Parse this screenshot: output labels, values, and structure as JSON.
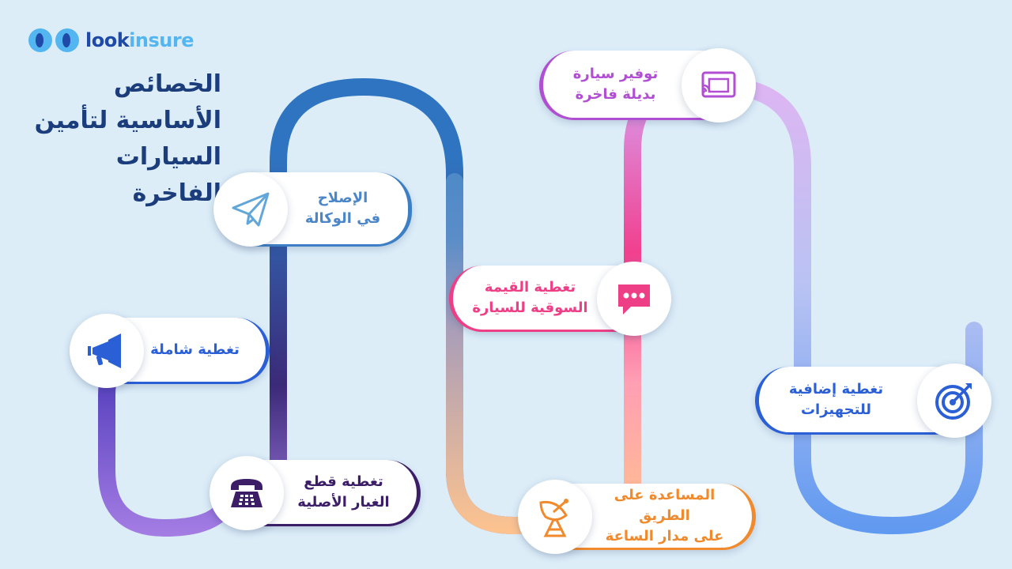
{
  "logo": {
    "brand_part1": "look",
    "brand_part2": "insure"
  },
  "title": {
    "line1": "الخصائص",
    "line2": "الأساسية لتأمين",
    "line3": "السيارات الفاخرة"
  },
  "features": [
    {
      "line1": "تغطية شاملة",
      "line2": "",
      "color": "#2a5fd6",
      "icon": "megaphone-icon"
    },
    {
      "line1": "تغطية قطع",
      "line2": "الغيار الأصلية",
      "color": "#3b1e66",
      "icon": "telephone-icon"
    },
    {
      "line1": "الإصلاح",
      "line2": "في الوكالة",
      "color": "#3d7fc4",
      "icon": "paper-plane-icon"
    },
    {
      "line1": "المساعدة على الطريق",
      "line2": "على مدار الساعة",
      "color": "#f08a2c",
      "icon": "satellite-dish-icon"
    },
    {
      "line1": "تغطية القيمة",
      "line2": "السوقية للسيارة",
      "color": "#ee3f86",
      "icon": "chat-bubble-icon"
    },
    {
      "line1": "توفير سيارة",
      "line2": "بديلة فاخرة",
      "color": "#b14fd3",
      "icon": "cast-screen-icon"
    },
    {
      "line1": "تغطية إضافية",
      "line2": "للتجهيزات",
      "color": "#2a5fd6",
      "icon": "target-icon"
    }
  ],
  "colors": {
    "background": "#dcedf8",
    "title": "#1c3d7c",
    "path_blue": "#3680c4",
    "path_purple": "#8e6ad8",
    "path_orange": "#fcc08e",
    "path_pink": "#f14a96",
    "path_lilac": "#d9b8f2",
    "path_light_blue": "#5a9cf0"
  }
}
